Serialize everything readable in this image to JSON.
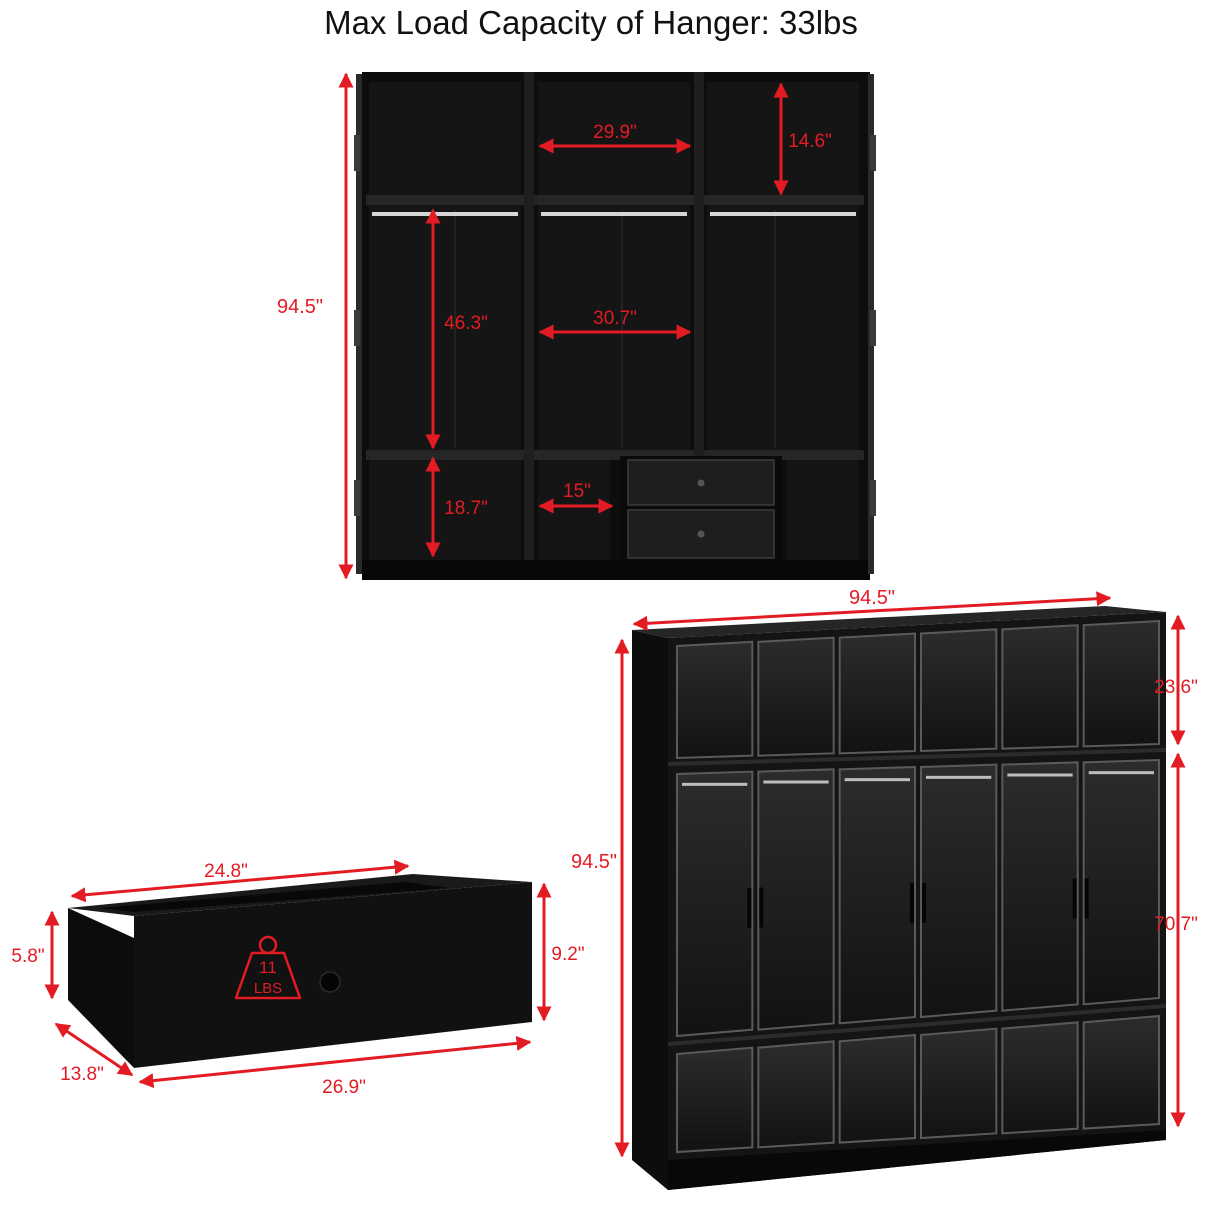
{
  "header": {
    "title": "Max Load Capacity of Hanger: 33lbs"
  },
  "colors": {
    "accent": "#e31b23",
    "cabinet": "#0e0e0e",
    "interior": "#161616",
    "background": "#ffffff"
  },
  "front_view": {
    "height_label": "94.5\"",
    "top_shelf_width": "29.9\"",
    "top_shelf_height": "14.6\"",
    "hanging_height": "46.3\"",
    "hanging_width": "30.7\"",
    "bottom_height": "18.7\"",
    "bottom_width": "15\""
  },
  "drawer": {
    "depth": "24.8\"",
    "side_height": "5.8\"",
    "front_height": "9.2\"",
    "inner_width": "13.8\"",
    "front_width": "26.9\"",
    "load_value": "11",
    "load_unit": "LBS"
  },
  "iso_view": {
    "width": "94.5\"",
    "height": "94.5\"",
    "top_section_height": "23.6\"",
    "lower_section_height": "70.7\""
  }
}
